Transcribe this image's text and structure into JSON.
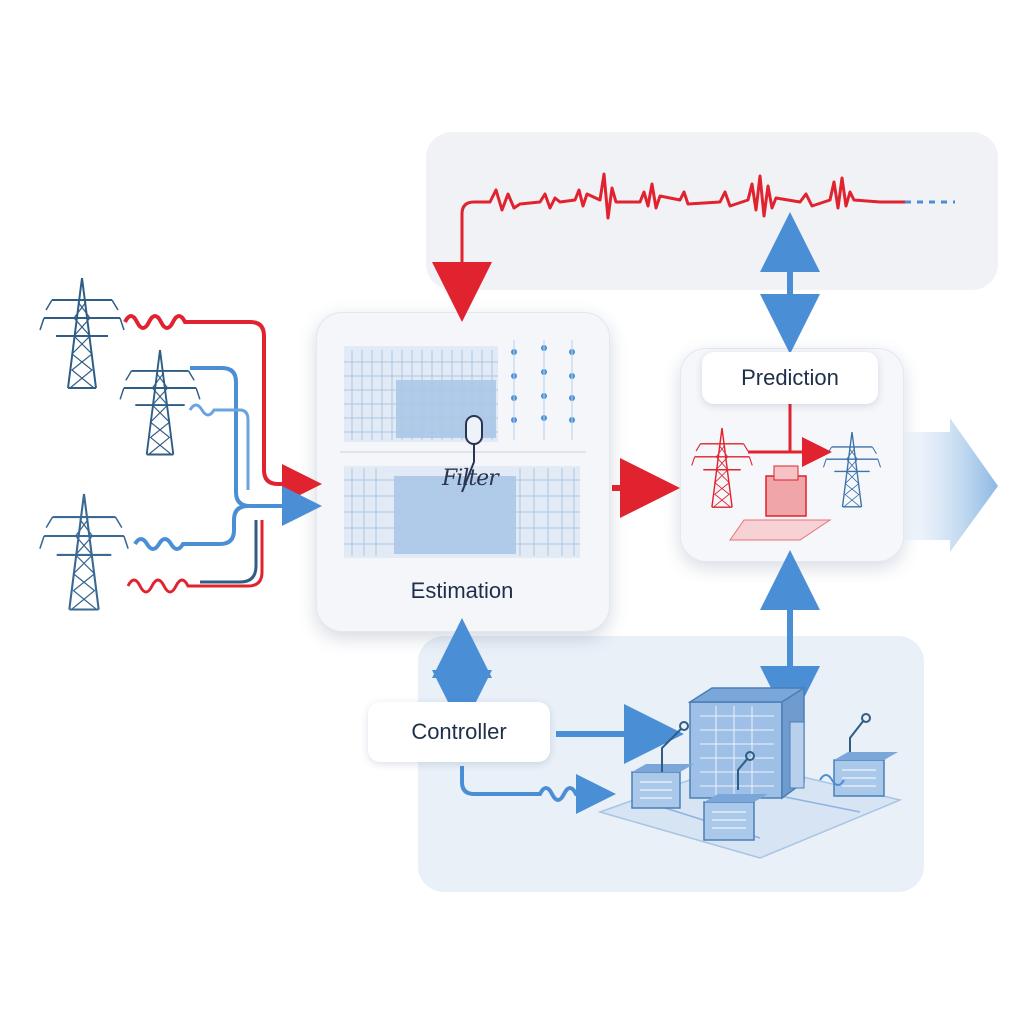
{
  "labels": {
    "estimation": "Estimation",
    "prediction": "Prediction",
    "controller": "Controller",
    "filter": "Filter"
  },
  "colors": {
    "signal_red": "#e0232e",
    "flow_blue": "#4a8fd6",
    "tower_blue": "#2f5d86",
    "panel_bg": "#f1f2f5",
    "control_panel_bg": "#e9f0f8"
  }
}
